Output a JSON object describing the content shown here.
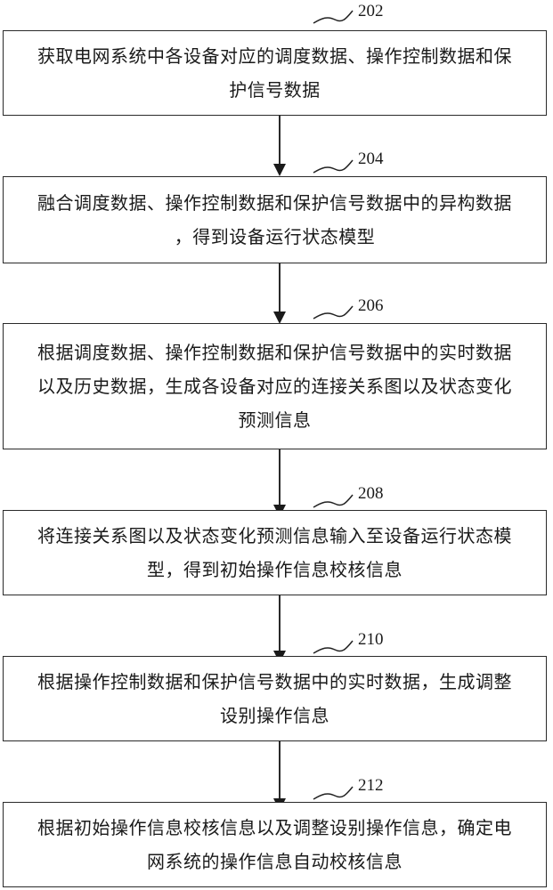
{
  "diagram": {
    "type": "flowchart",
    "steps": [
      {
        "id": "202",
        "lines": [
          "获取电网系统中各设备对应的调度数据、操作控制数据和保",
          "护信号数据"
        ]
      },
      {
        "id": "204",
        "lines": [
          "融合调度数据、操作控制数据和保护信号数据中的异构数据",
          "，得到设备运行状态模型"
        ]
      },
      {
        "id": "206",
        "lines": [
          "根据调度数据、操作控制数据和保护信号数据中的实时数据",
          "以及历史数据，生成各设备对应的连接关系图以及状态变化",
          "预测信息"
        ]
      },
      {
        "id": "208",
        "lines": [
          "将连接关系图以及状态变化预测信息输入至设备运行状态模",
          "型，得到初始操作信息校核信息"
        ]
      },
      {
        "id": "210",
        "lines": [
          "根据操作控制数据和保护信号数据中的实时数据，生成调整",
          "设别操作信息"
        ]
      },
      {
        "id": "212",
        "lines": [
          "根据初始操作信息校核信息以及调整设别操作信息，确定电",
          "网系统的操作信息自动校核信息"
        ]
      }
    ],
    "edges": [
      {
        "from": "202",
        "to": "204"
      },
      {
        "from": "204",
        "to": "206"
      },
      {
        "from": "206",
        "to": "208"
      },
      {
        "from": "208",
        "to": "210"
      },
      {
        "from": "210",
        "to": "212"
      }
    ]
  }
}
